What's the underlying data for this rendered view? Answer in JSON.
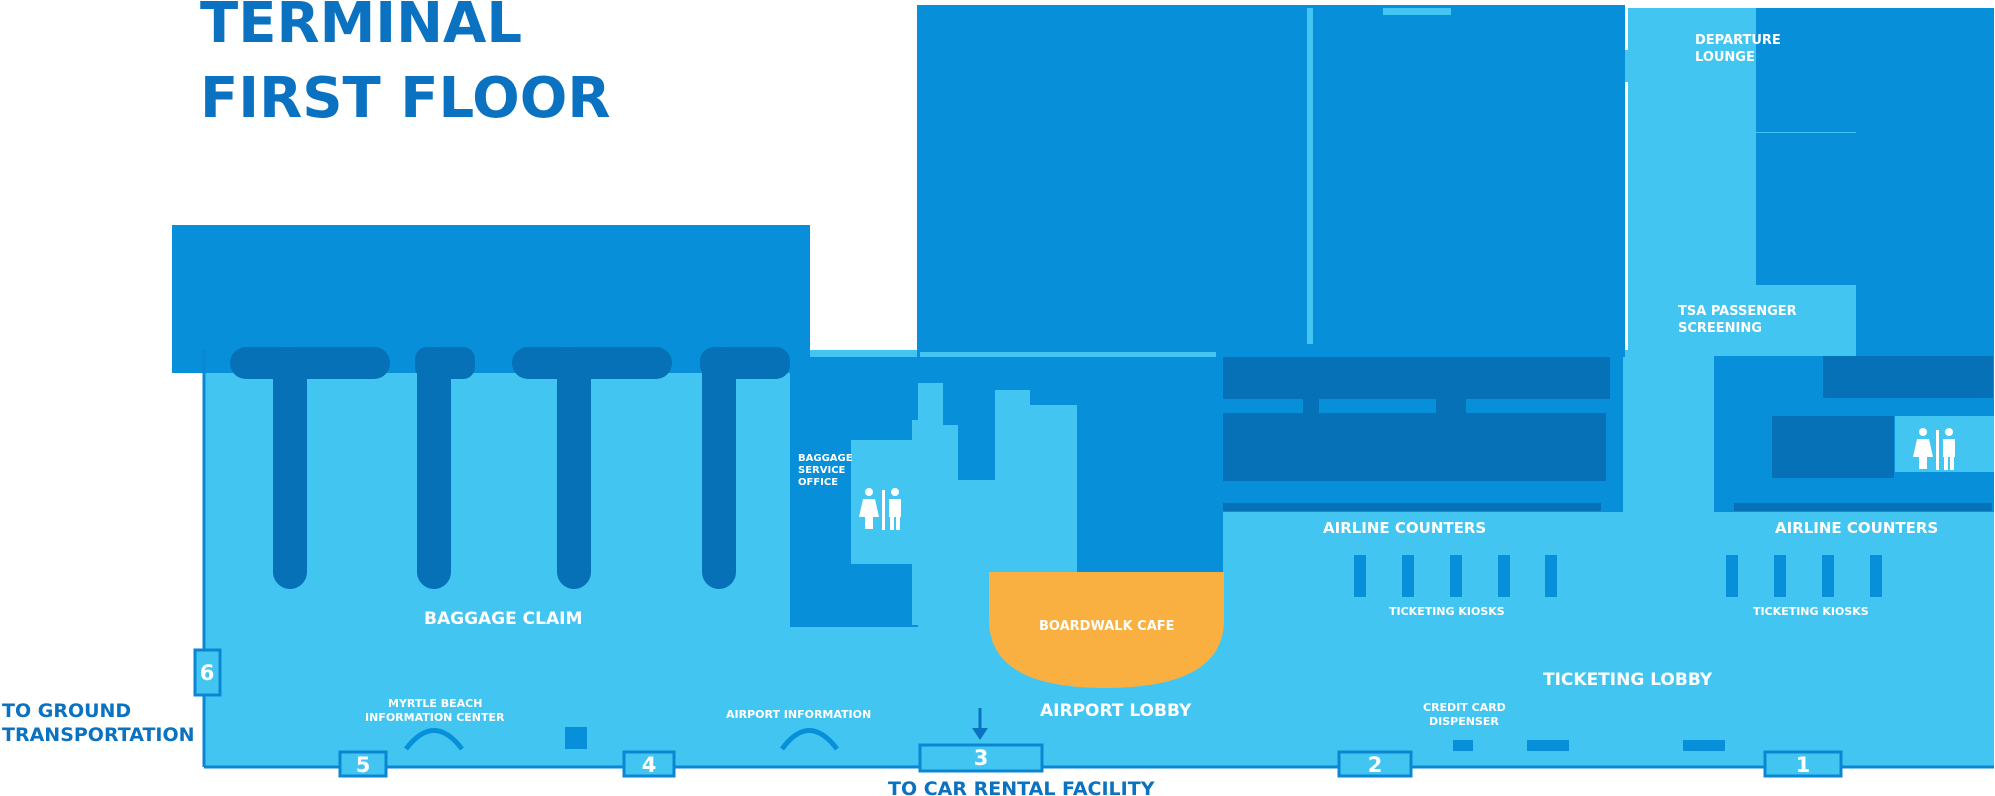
{
  "title": {
    "line1": "TERMINAL",
    "line2": "FIRST FLOOR"
  },
  "colors": {
    "floor": "#42c6f1",
    "room": "#0790d9",
    "dark": "#0671b6",
    "cafe": "#f9b041",
    "text_outside": "#0a72c0",
    "outline": "#0a86d3"
  },
  "areas": {
    "baggage_claim": "BAGGAGE CLAIM",
    "baggage_service_office": [
      "BAGGAGE",
      "SERVICE",
      "OFFICE"
    ],
    "boardwalk_cafe": "BOARDWALK CAFE",
    "airport_lobby": "AIRPORT LOBBY",
    "airline_counters_left": "AIRLINE COUNTERS",
    "airline_counters_right": "AIRLINE COUNTERS",
    "ticketing_kiosks_left": "TICKETING KIOSKS",
    "ticketing_kiosks_right": "TICKETING KIOSKS",
    "ticketing_lobby": "TICKETING LOBBY",
    "departure_lounge": [
      "DEPARTURE",
      "LOUNGE"
    ],
    "tsa_screening": [
      "TSA PASSENGER",
      "SCREENING"
    ],
    "credit_card_dispenser": [
      "CREDIT CARD",
      "DISPENSER"
    ],
    "myrtle_beach_info": [
      "MYRTLE BEACH",
      "INFORMATION CENTER"
    ],
    "airport_information": "AIRPORT INFORMATION"
  },
  "exits": {
    "ground_transportation": [
      "TO GROUND",
      "TRANSPORTATION"
    ],
    "car_rental": "TO CAR RENTAL FACILITY"
  },
  "doors": [
    "1",
    "2",
    "3",
    "4",
    "5",
    "6"
  ],
  "icons": [
    "restroom-icon",
    "escalator-icon",
    "arrow-down-icon"
  ]
}
